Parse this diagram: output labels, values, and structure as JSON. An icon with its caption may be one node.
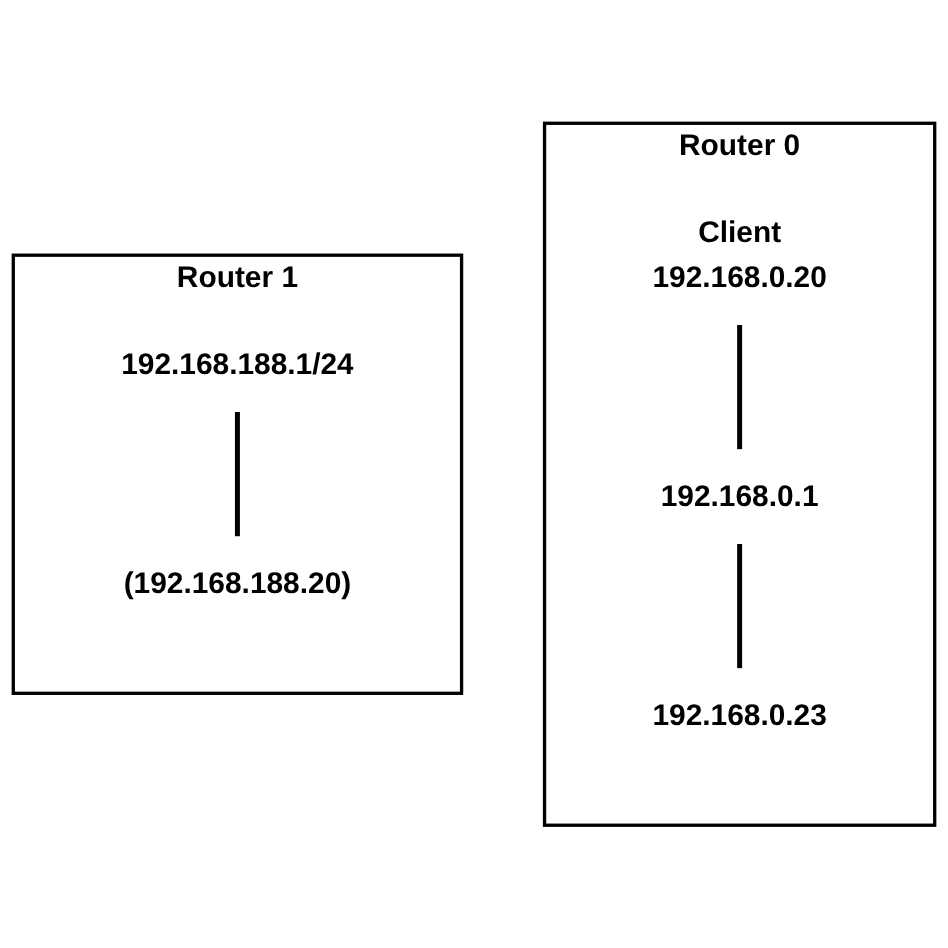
{
  "diagram": {
    "nodes": [
      {
        "text": [
          "Router 0"
        ]
      },
      {
        "text": [
          "192.168.0.1"
        ],
        "in": 0
      },
      {
        "text": [
          "Client",
          "192.168.0.20"
        ],
        "in": 0
      },
      {
        "text": [
          "192.168.0.23"
        ],
        "in": 0
      },
      {
        "text": [
          "Router 1"
        ]
      },
      {
        "text": [
          "192.168.188.1/24"
        ],
        "in": 4
      },
      {
        "text": [
          "(192.168.188.20)"
        ],
        "in": 4
      }
    ],
    "edges": [
      {
        "from": 2,
        "to": 1,
        "arrow": "none"
      },
      {
        "from": 1,
        "to": 3,
        "arrow": "none"
      },
      {
        "from": 5,
        "to": 6,
        "arrow": "none"
      }
    ]
  }
}
